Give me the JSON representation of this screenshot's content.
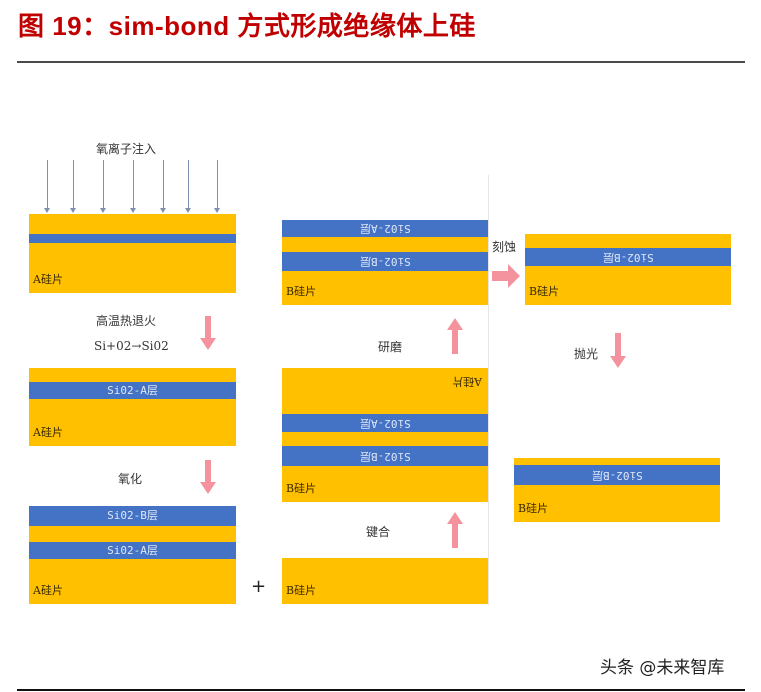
{
  "figure": {
    "title": "图 19：sim-bond 方式形成绝缘体上硅",
    "watermark": "头条 @未来智库"
  },
  "colors": {
    "title_red": "#C00000",
    "silicon_yellow": "#FFC000",
    "oxide_blue": "#4472C4",
    "process_arrow_pink": "#F4939D",
    "ion_arrow_gray": "#7F8FB0"
  },
  "steps": {
    "ion_implant": "氧离子注入",
    "anneal": "高温热退火",
    "anneal_reaction": "Si+02→Si02",
    "oxidize": "氧化",
    "plus": "+",
    "bond": "键合",
    "grind": "研磨",
    "etch": "刻蚀",
    "polish": "抛光"
  },
  "wafers": {
    "a1": {
      "label": "A硅片"
    },
    "a2": {
      "label": "A硅片",
      "oxide_a": "Si02-A层"
    },
    "a3": {
      "label": "A硅片",
      "oxide_b": "Si02-B层",
      "oxide_a": "Si02-A层"
    },
    "b_bare": {
      "label": "B硅片"
    },
    "bonded": {
      "label_top_flipped": "A硅片",
      "oxide_a": "Si02-A层",
      "oxide_b": "Si02-B层",
      "label": "B硅片"
    },
    "ground": {
      "oxide_a": "Si02-A层",
      "oxide_b": "Si02-B层",
      "label": "B硅片"
    },
    "etched": {
      "oxide_b": "Si02-B层",
      "label": "B硅片"
    },
    "polished": {
      "oxide_b": "Si02-B层",
      "label": "B硅片"
    }
  }
}
